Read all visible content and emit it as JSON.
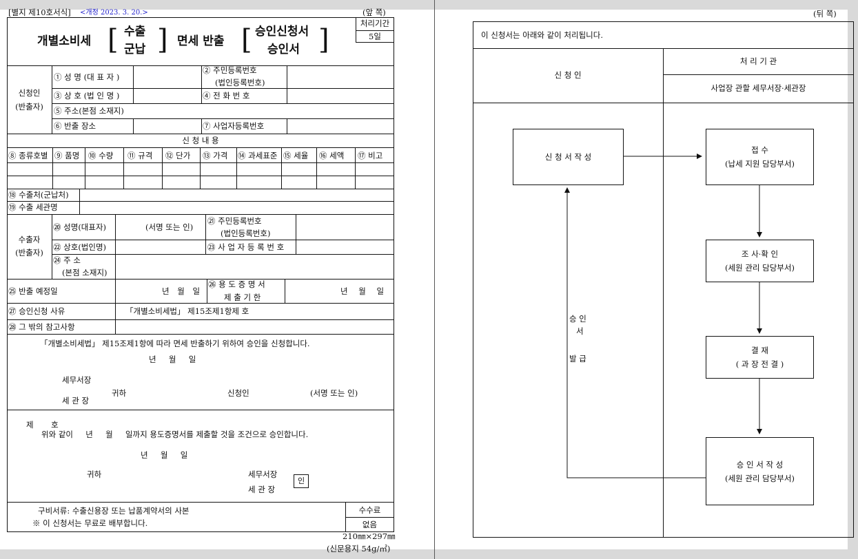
{
  "header": {
    "form_no": "[별지 제10호서식]",
    "revised": "<개정 2023. 3. 20.>",
    "front": "(앞  쪽)",
    "back": "(뒤  쪽)"
  },
  "title": {
    "prefix": "개별소비세",
    "opt1_top": "수출",
    "opt1_bottom": "군납",
    "middle": "면세 반출",
    "opt2_top": "승인신청서",
    "opt2_bottom": "승인서"
  },
  "processing": {
    "label": "처리기간",
    "value": "5일"
  },
  "applicant": {
    "group": "신청인",
    "group_sub": "(반출자)",
    "f1": "① 성 명 (대 표 자 )",
    "f2a": "② 주민등록번호",
    "f2b": "(법인등록번호)",
    "f3": "③ 상 호 (법 인 명 )",
    "f4": "④ 전 화 번 호",
    "f5": "⑤ 주소(본점 소재지)",
    "f6": "⑥ 반출 장소",
    "f7": "⑦ 사업자등록번호"
  },
  "detail": {
    "title": "신 청 내 용",
    "cols": [
      "⑧ 종류호별",
      "⑨ 품명",
      "⑩ 수량",
      "⑪ 규격",
      "⑫ 단가",
      "⑬ 가격",
      "⑭ 과세표준",
      "⑮ 세율",
      "⑯ 세액",
      "⑰ 비고"
    ]
  },
  "export": {
    "f18": "⑱ 수출처(군납처)",
    "f19": "⑲ 수출 세관명",
    "group": "수출자",
    "group_sub": "(반출자)",
    "f20": "⑳ 성명(대표자)",
    "sign": "(서명 또는 인)",
    "f21a": "㉑ 주민등록번호",
    "f21b": "(법인등록번호)",
    "f22": "㉒ 상호(법인명)",
    "f23": "㉓ 사 업 자 등 록 번 호",
    "f24a": "㉔ 주 소",
    "f24b": "(본점 소재지)"
  },
  "misc": {
    "f25": "㉕ 반출 예정일",
    "ymd": "년  월  일",
    "f26a": "㉖ 용 도 증 명 서",
    "f26b": "제 출 기 한",
    "f27": "㉗ 승인신청 사유",
    "f27_value": "「개별소비세법」 제15조제1항제   호",
    "f28": "㉘ 그 밖의 참고사항"
  },
  "declaration": {
    "text": "「개별소비세법」 제15조제1항에 따라 면세 반출하기 위하여 승인을 신청합니다.",
    "date": "년     월     일",
    "office1": "세무서장",
    "office2": "세 관 장",
    "honorific": "귀하",
    "applicant": "신청인",
    "sign": "(서명 또는 인)"
  },
  "approval": {
    "no": "제       호",
    "text": "위와 같이     년     월     일까지 용도증명서를 제출할 것을 조건으로 승인합니다.",
    "date": "년     월     일",
    "honorific": "귀하",
    "office1": "세무서장",
    "office2": "세 관 장",
    "seal": "인"
  },
  "footer": {
    "docs": "구비서류: 수출신용장 또는 납품계약서의 사본",
    "note": "※ 이 신청서는 무료로 배부합니다.",
    "fee_label": "수수료",
    "fee_value": "없음",
    "size": "210㎜×297㎜",
    "paper": "(신문용지 54g/㎡)"
  },
  "back": {
    "intro": "이 신청서는 아래와 같이 처리됩니다.",
    "col_applicant": "신 청 인",
    "col_agency": "처 리 기 관",
    "agency_name": "사업장 관할 세무서장·세관장",
    "step_write": "신 청 서   작 성",
    "step1a": "접 수",
    "step1b": "(납세 지원 담당부서)",
    "step2a": "조 사·확 인",
    "step2b": "(세원 관리 담당부서)",
    "step3a": "결 재",
    "step3b": "( 과 장   전 결 )",
    "step4a": "승 인 서   작 성",
    "step4b": "(세원 관리 담당부서)",
    "issue1": "승 인",
    "issue2": "서",
    "issue3": "발 급"
  }
}
